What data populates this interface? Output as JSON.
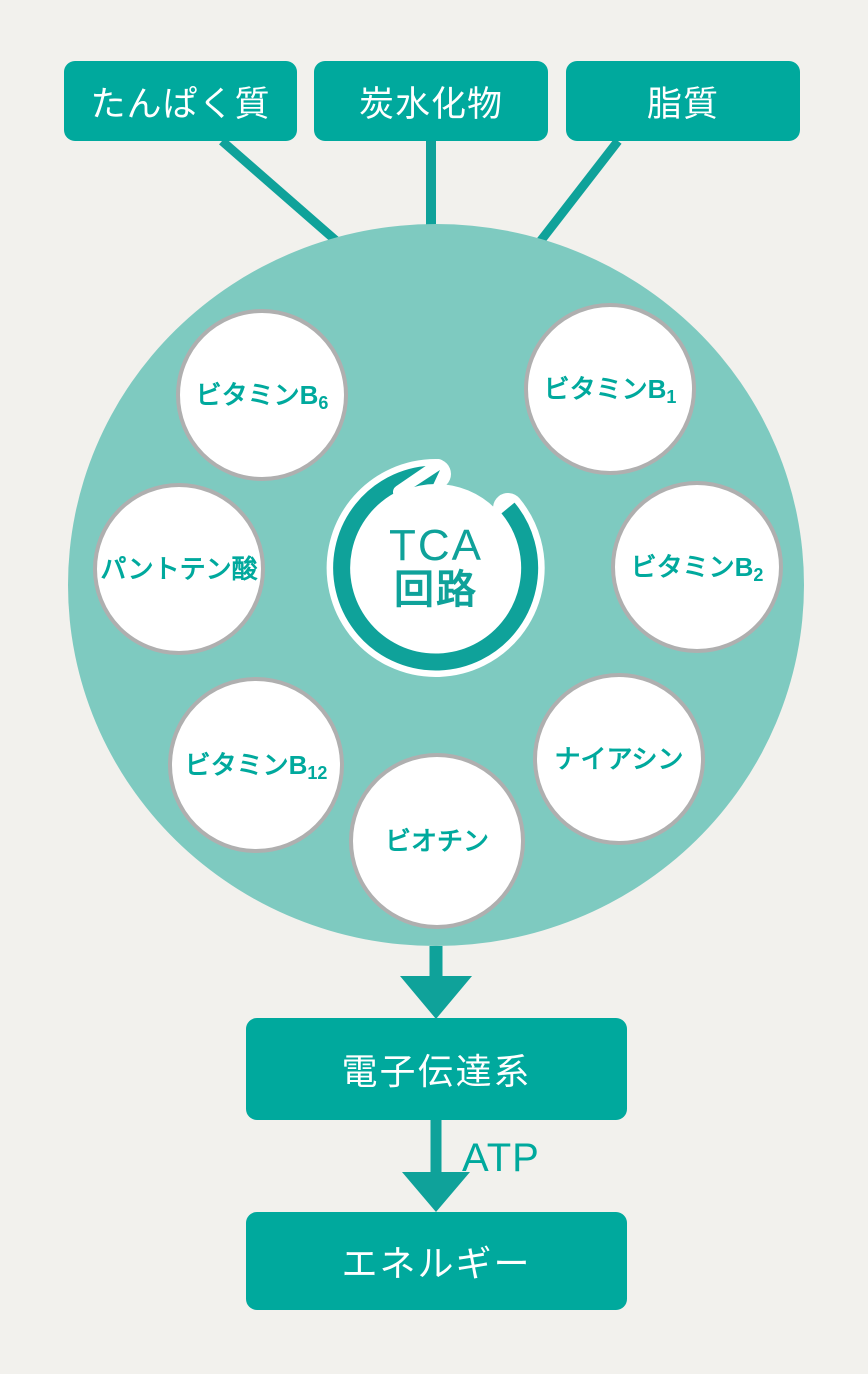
{
  "colors": {
    "background": "#F2F1ED",
    "accent_teal": "#00A99D",
    "disc_teal": "#7ECAC0",
    "bubble_border": "#AFAFAF",
    "bubble_fill": "#FFFFFF",
    "text_teal": "#0FA29A",
    "box_text": "#FFFFFF"
  },
  "inputs": {
    "protein": "たんぱく質",
    "carbohydrate": "炭水化物",
    "fat": "脂質"
  },
  "center": {
    "title_line1": "TCA",
    "title_line2": "回路",
    "arrow_icon": "circular-arrow-icon"
  },
  "vitamins": [
    {
      "key": "b6",
      "label": "ビタミンB",
      "sub": "6",
      "icon": "circle-node-icon"
    },
    {
      "key": "b1",
      "label": "ビタミンB",
      "sub": "1",
      "icon": "circle-node-icon"
    },
    {
      "key": "panto",
      "label": "パントテン酸",
      "sub": "",
      "icon": "circle-node-icon"
    },
    {
      "key": "b2",
      "label": "ビタミンB",
      "sub": "2",
      "icon": "circle-node-icon"
    },
    {
      "key": "b12",
      "label": "ビタミンB",
      "sub": "12",
      "icon": "circle-node-icon"
    },
    {
      "key": "niacin",
      "label": "ナイアシン",
      "sub": "",
      "icon": "circle-node-icon"
    },
    {
      "key": "biotin",
      "label": "ビオチン",
      "sub": "",
      "icon": "circle-node-icon"
    }
  ],
  "outputs": {
    "electron_transport_chain": "電子伝達系",
    "energy": "エネルギー",
    "atp_label": "ATP"
  },
  "arrows": {
    "protein_to_cycle": "arrow-down-right-icon",
    "carb_to_cycle": "arrow-down-icon",
    "fat_to_cycle": "arrow-down-left-icon",
    "cycle_to_etc": "arrow-down-icon",
    "etc_to_energy": "arrow-down-icon"
  }
}
